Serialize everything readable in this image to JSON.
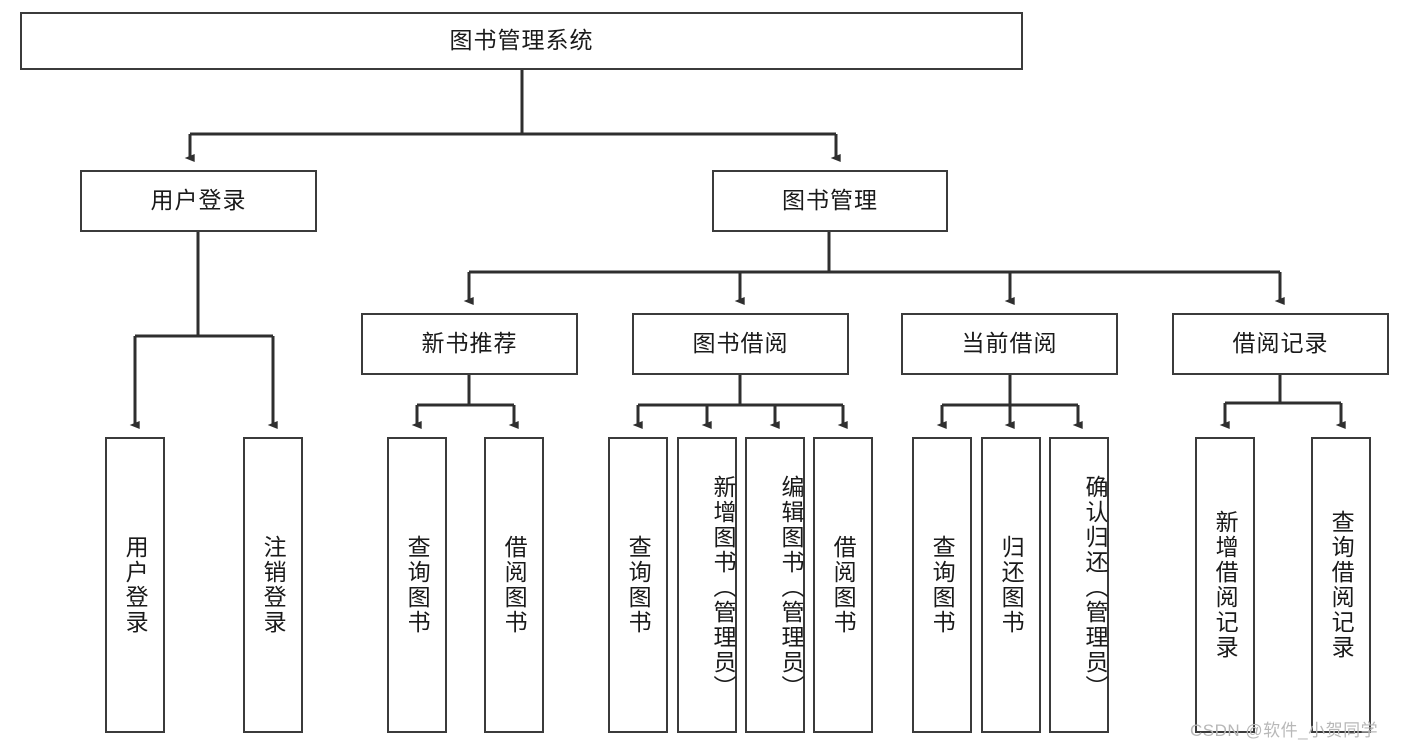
{
  "diagram": {
    "title": "图书管理系统",
    "type": "hierarchy-tree",
    "root": {
      "label": "图书管理系统"
    },
    "level2": [
      {
        "label": "用户登录"
      },
      {
        "label": "图书管理"
      }
    ],
    "level3": [
      {
        "label": "新书推荐"
      },
      {
        "label": "图书借阅"
      },
      {
        "label": "当前借阅"
      },
      {
        "label": "借阅记录"
      }
    ],
    "leaves": {
      "user_login": [
        {
          "label": "用户登录"
        },
        {
          "label": "注销登录"
        }
      ],
      "new_book_recommend": [
        {
          "label": "查询图书"
        },
        {
          "label": "借阅图书"
        }
      ],
      "book_borrow": [
        {
          "label": "查询图书"
        },
        {
          "label": "新增图书（管理员）"
        },
        {
          "label": "编辑图书（管理员）"
        },
        {
          "label": "借阅图书"
        }
      ],
      "current_borrow": [
        {
          "label": "查询图书"
        },
        {
          "label": "归还图书"
        },
        {
          "label": "确认归还（管理员）"
        }
      ],
      "borrow_record": [
        {
          "label": "新增借阅记录"
        },
        {
          "label": "查询借阅记录"
        }
      ]
    },
    "watermark": "CSDN @软件_小贺同学",
    "colors": {
      "border": "#3b3b3b",
      "text": "#1a1a1a",
      "background": "#ffffff",
      "watermark": "#b8b8b8"
    }
  }
}
